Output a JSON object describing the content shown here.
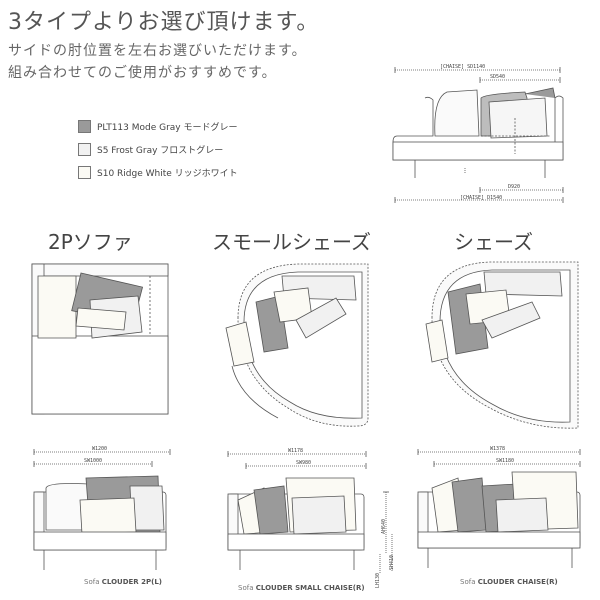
{
  "intro": {
    "heading": "3タイプよりお選び頂けます。",
    "line1": "サイドの肘位置を左右お選びいただけます。",
    "line2": "組み合わせてのご使用がおすすめです。"
  },
  "legend": [
    {
      "label": "PLT113 Mode Gray モードグレー",
      "color": "#9a9a9a"
    },
    {
      "label": "S5 Frost Gray フロストグレー",
      "color": "#f1f1f1"
    },
    {
      "label": "S10 Ridge White リッジホワイト",
      "color": "#fbfaf4"
    }
  ],
  "top_dims": {
    "sd1140": "[CHAISE] SD1140",
    "sd540": "SD540",
    "d920": "D920",
    "d1540": "[CHAISE] D1540"
  },
  "types": [
    {
      "title": "2Pソファ",
      "w_label": "W1200",
      "sw_label": "SW1000",
      "cap_prefix": "Sofa",
      "cap_model": "CLOUDER 2P(L)"
    },
    {
      "title": "スモールシェーズ",
      "w_label": "W1178",
      "sw_label": "SW980",
      "cap_prefix": "Sofa",
      "cap_model": "CLOUDER SMALL CHAISE(R)"
    },
    {
      "title": "シェーズ",
      "w_label": "W1378",
      "sw_label": "SW1180",
      "cap_prefix": "Sofa",
      "cap_model": "CLOUDER CHAISE(R)"
    }
  ],
  "side_dims": {
    "ah": "AH640",
    "sh": "SH410",
    "lh": "LH130"
  },
  "colors": {
    "mode_gray": "#9a9a9a",
    "frost_gray": "#f1f1f1",
    "ridge_white": "#fbfaf4",
    "line": "#555555"
  }
}
